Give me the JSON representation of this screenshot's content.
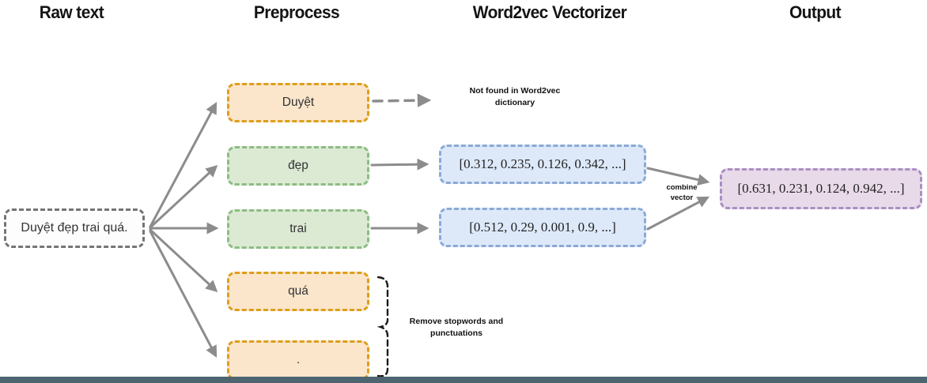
{
  "headers": {
    "raw_text": "Raw text",
    "preprocess": "Preprocess",
    "vectorizer": "Word2vec Vectorizer",
    "output": "Output"
  },
  "raw_box": {
    "text": "Duyệt đẹp trai quá."
  },
  "preprocess_boxes": [
    {
      "label": "Duyệt",
      "style": "orange"
    },
    {
      "label": "đẹp",
      "style": "green"
    },
    {
      "label": "trai",
      "style": "green"
    },
    {
      "label": "quá",
      "style": "orange"
    },
    {
      "label": ".",
      "style": "orange"
    }
  ],
  "vector_boxes": [
    {
      "values": "[0.312, 0.235, 0.126, 0.342, ...]"
    },
    {
      "values": "[0.512, 0.29, 0.001, 0.9, ...]"
    }
  ],
  "output_box": {
    "values": "[0.631, 0.231, 0.124, 0.942, ...]"
  },
  "annotations": {
    "not_found": "Not found in Word2vec dictionary",
    "combine_vector": "combine vector",
    "remove_stopwords": "Remove stopwords and punctuations"
  },
  "colors": {
    "orange_fill": "#fbe6cc",
    "orange_border": "#dd9e1b",
    "green_fill": "#dcead4",
    "green_border": "#8cbc84",
    "blue_fill": "#dde9f9",
    "blue_border": "#8ba9d6",
    "purple_fill": "#e9daea",
    "purple_border": "#a98fc2",
    "raw_fill": "#fdfdfd",
    "raw_border": "#757575",
    "arrow": "#8c8c8c",
    "bracket": "#1a1a1a",
    "bottom_bar": "#4d6571"
  }
}
